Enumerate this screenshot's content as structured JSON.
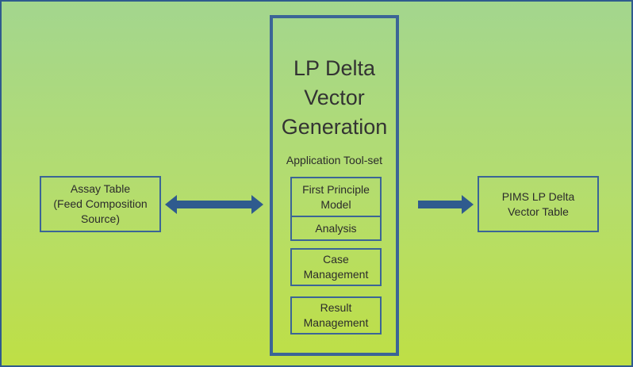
{
  "center": {
    "title": "LP Delta\nVector\nGeneration",
    "subtitle": "Application Tool-set",
    "tools": {
      "first_principle": "First Principle\nModel",
      "analysis": "Analysis",
      "case_management": "Case\nManagement",
      "result_management": "Result\nManagement"
    }
  },
  "left_box": "Assay Table\n(Feed Composition\nSource)",
  "right_box": "PIMS LP Delta\nVector Table",
  "colors": {
    "border": "#3b6596",
    "arrow": "#2f5b8e",
    "background_top": "#a3d68e",
    "background_bottom": "#bedf45"
  }
}
